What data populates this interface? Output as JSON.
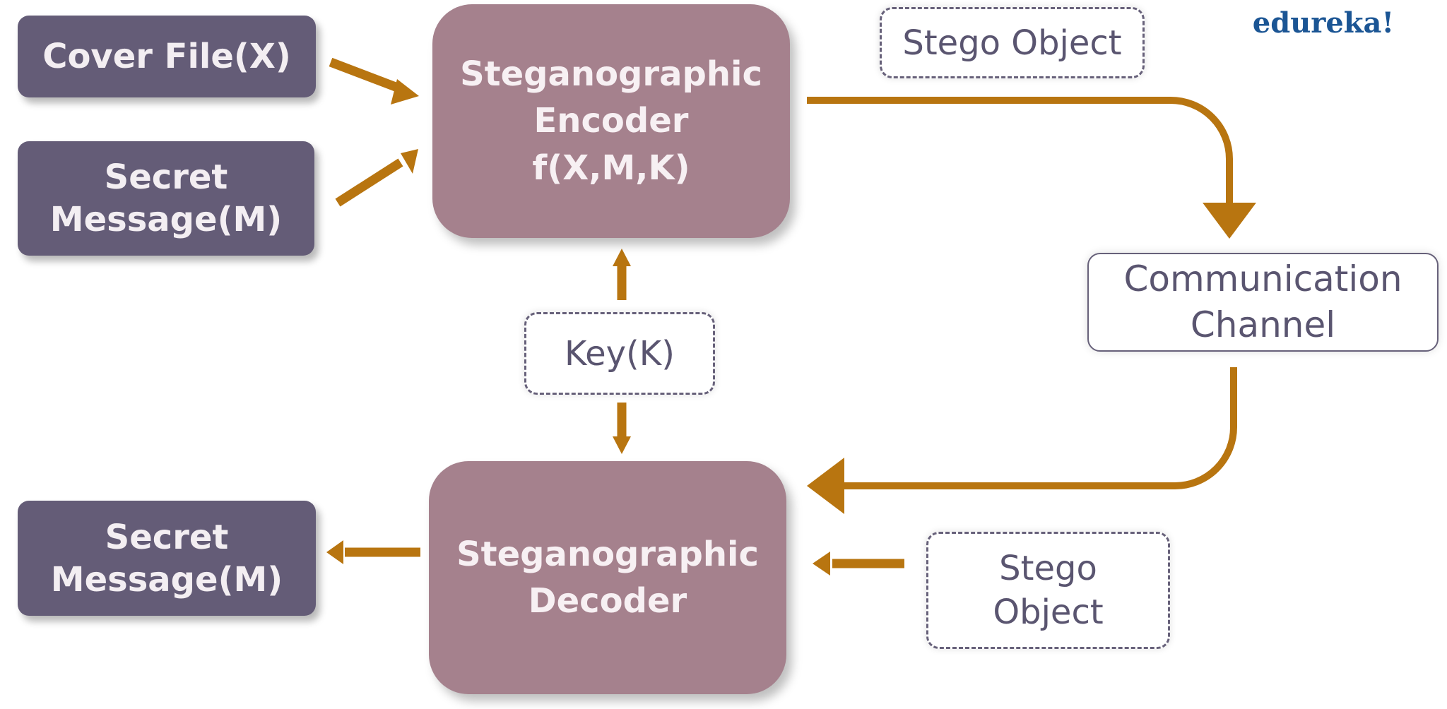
{
  "brand": {
    "logo_text": "edureka!",
    "accent_color": "#1b5594"
  },
  "colors": {
    "input_box": "#645c77",
    "process_box": "#a5818d",
    "arrow": "#b87510",
    "outline": "#67617a"
  },
  "nodes": {
    "cover_file": {
      "label": "Cover File(X)"
    },
    "secret_message_in": {
      "lines": [
        "Secret",
        "Message(M)"
      ]
    },
    "encoder": {
      "lines": [
        "Steganographic",
        "Encoder",
        "f(X,M,K)"
      ]
    },
    "stego_object_top": {
      "label": "Stego Object"
    },
    "communication_channel": {
      "lines": [
        "Communication",
        "Channel"
      ]
    },
    "key": {
      "label": "Key(K)"
    },
    "decoder": {
      "lines": [
        "Steganographic",
        "Decoder"
      ]
    },
    "secret_message_out": {
      "lines": [
        "Secret",
        "Message(M)"
      ]
    },
    "stego_object_bottom": {
      "lines": [
        "Stego",
        "Object"
      ]
    }
  },
  "edges": [
    {
      "from": "Cover File(X)",
      "to": "Steganographic Encoder"
    },
    {
      "from": "Secret Message(M)",
      "to": "Steganographic Encoder"
    },
    {
      "from": "Steganographic Encoder",
      "to": "Communication Channel"
    },
    {
      "from": "Key(K)",
      "to": "Steganographic Encoder"
    },
    {
      "from": "Key(K)",
      "to": "Steganographic Decoder"
    },
    {
      "from": "Communication Channel",
      "to": "Steganographic Decoder"
    },
    {
      "from": "Stego Object",
      "to": "Steganographic Decoder"
    },
    {
      "from": "Steganographic Decoder",
      "to": "Secret Message(M)"
    }
  ]
}
